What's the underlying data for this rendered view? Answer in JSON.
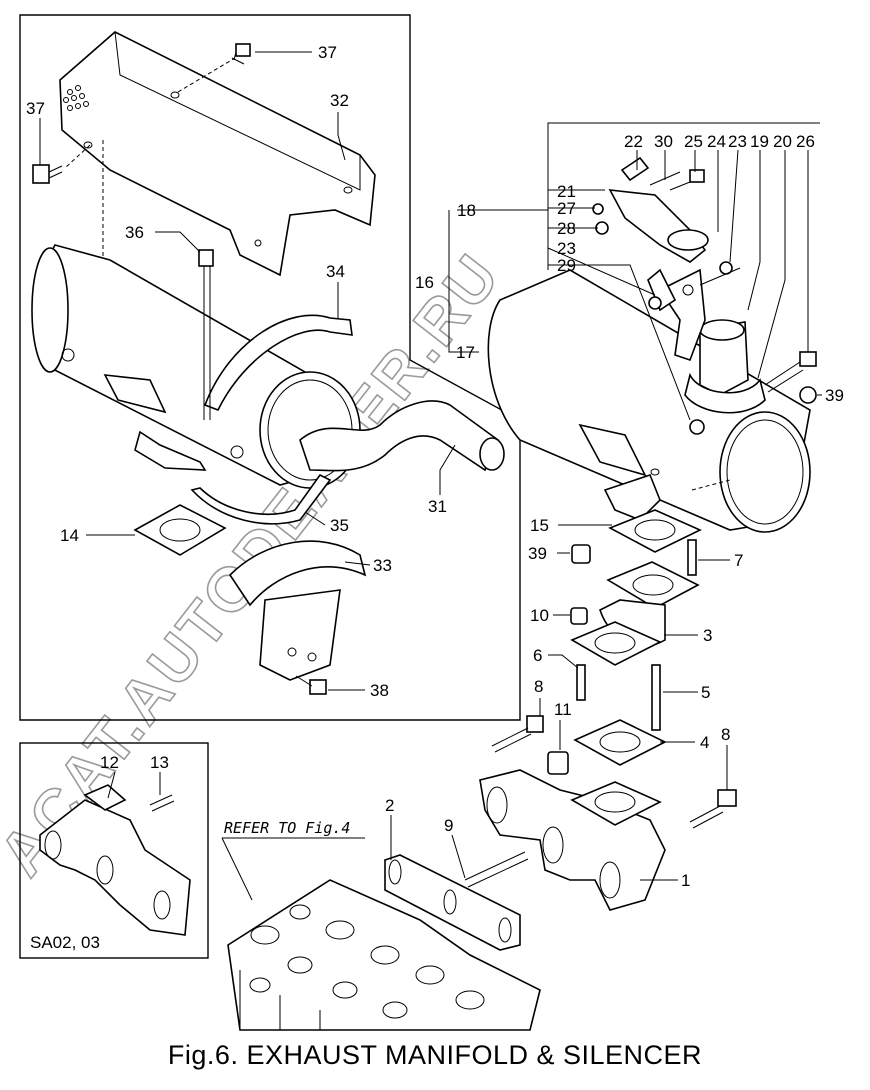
{
  "caption": "Fig.6.  EXHAUST MANIFOLD & SILENCER",
  "inset_label": "SA02, 03",
  "refer_note": "REFER TO Fig.4",
  "watermark": "ACAT.AUTODEALER.RU",
  "callouts": {
    "c37a": "37",
    "c37b": "37",
    "c32": "32",
    "c36": "36",
    "c34": "34",
    "c31": "31",
    "c35": "35",
    "c14": "14",
    "c33": "33",
    "c38": "38",
    "c22": "22",
    "c30": "30",
    "c25": "25",
    "c24": "24",
    "c23a": "23",
    "c19": "19",
    "c20": "20",
    "c26": "26",
    "c21": "21",
    "c27": "27",
    "c28": "28",
    "c23b": "23",
    "c29": "29",
    "c18": "18",
    "c16": "16",
    "c17": "17",
    "c39a": "39",
    "c15": "15",
    "c39b": "39",
    "c7": "7",
    "c10": "10",
    "c3": "3",
    "c6": "6",
    "c5": "5",
    "c8a": "8",
    "c11": "11",
    "c4": "4",
    "c8b": "8",
    "c2": "2",
    "c9": "9",
    "c1": "1",
    "c12": "12",
    "c13": "13"
  }
}
